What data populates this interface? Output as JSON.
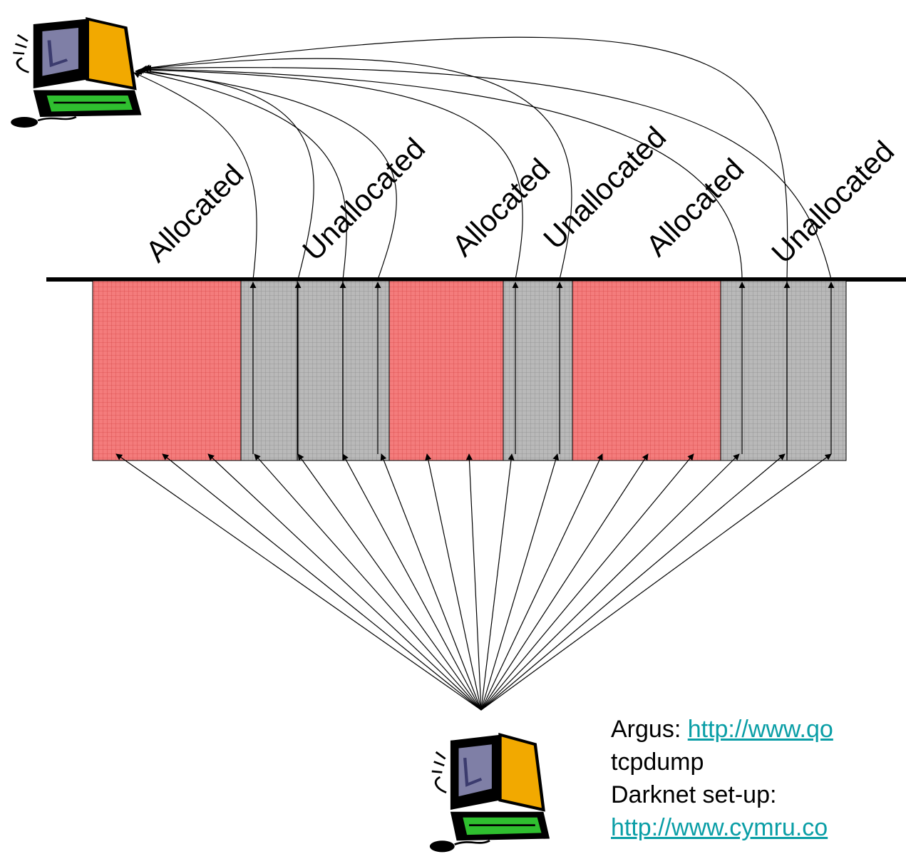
{
  "segments": [
    {
      "label": "Allocated",
      "type": "allocated"
    },
    {
      "label": "Unallocated",
      "type": "unallocated"
    },
    {
      "label": "Allocated",
      "type": "allocated"
    },
    {
      "label": "Unallocated",
      "type": "unallocated"
    },
    {
      "label": "Allocated",
      "type": "allocated"
    },
    {
      "label": "Unallocated",
      "type": "unallocated"
    }
  ],
  "colors": {
    "allocated_fill": "#f47c7c",
    "unallocated_fill": "#b9b9b9",
    "link": "#0a9ea6",
    "screen": "#7f7fa6",
    "case": "#f2a900",
    "keyboard": "#2fbf2f"
  },
  "icons": [
    "computer-icon"
  ],
  "notes": {
    "argus_label": "Argus: ",
    "argus_link": "http://www.qo",
    "tcpdump": "tcpdump",
    "darknet_label": "Darknet set-up:",
    "darknet_link": "http://www.cymru.co"
  }
}
